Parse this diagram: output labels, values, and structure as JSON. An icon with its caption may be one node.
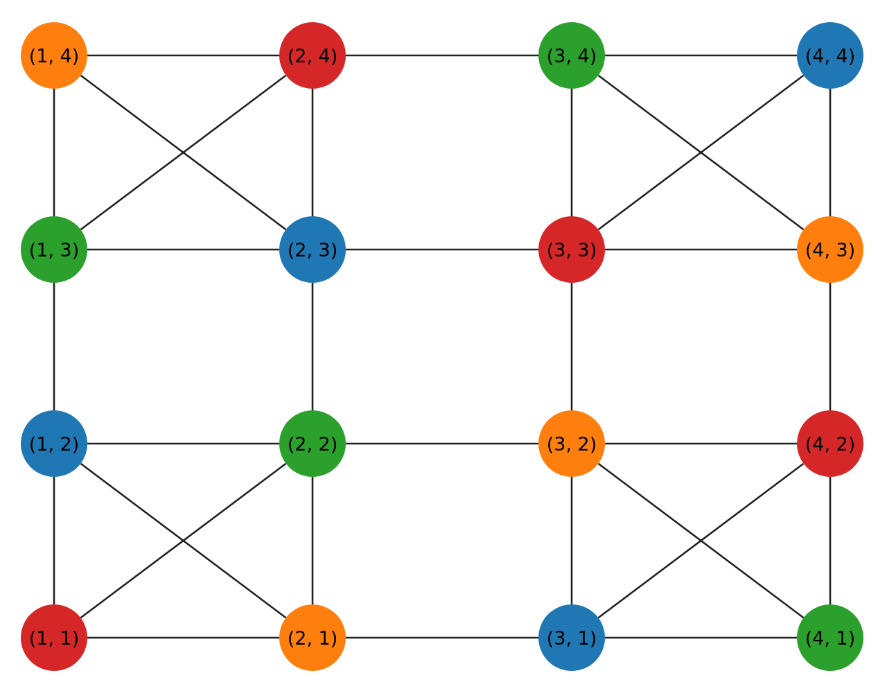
{
  "diagram": {
    "nodes": [
      {
        "text": [
          "(1, 4)"
        ]
      },
      {
        "text": [
          "(2, 4)"
        ]
      },
      {
        "text": [
          "(3, 4)"
        ]
      },
      {
        "text": [
          "(4, 4)"
        ]
      },
      {
        "text": [
          "(1, 3)"
        ]
      },
      {
        "text": [
          "(2, 3)"
        ]
      },
      {
        "text": [
          "(3, 3)"
        ]
      },
      {
        "text": [
          "(4, 3)"
        ]
      },
      {
        "text": [
          "(1, 2)"
        ]
      },
      {
        "text": [
          "(2, 2)"
        ]
      },
      {
        "text": [
          "(3, 2)"
        ]
      },
      {
        "text": [
          "(4, 2)"
        ]
      },
      {
        "text": [
          "(1, 1)"
        ]
      },
      {
        "text": [
          "(2, 1)"
        ]
      },
      {
        "text": [
          "(3, 1)"
        ]
      },
      {
        "text": [
          "(4, 1)"
        ]
      }
    ],
    "edges": [
      {
        "from": 0,
        "to": 1,
        "arrow": "none"
      },
      {
        "from": 1,
        "to": 2,
        "arrow": "none"
      },
      {
        "from": 2,
        "to": 3,
        "arrow": "none"
      },
      {
        "from": 4,
        "to": 5,
        "arrow": "none"
      },
      {
        "from": 5,
        "to": 6,
        "arrow": "none"
      },
      {
        "from": 6,
        "to": 7,
        "arrow": "none"
      },
      {
        "from": 8,
        "to": 9,
        "arrow": "none"
      },
      {
        "from": 9,
        "to": 10,
        "arrow": "none"
      },
      {
        "from": 10,
        "to": 11,
        "arrow": "none"
      },
      {
        "from": 12,
        "to": 13,
        "arrow": "none"
      },
      {
        "from": 13,
        "to": 14,
        "arrow": "none"
      },
      {
        "from": 14,
        "to": 15,
        "arrow": "none"
      },
      {
        "from": 0,
        "to": 4,
        "arrow": "none"
      },
      {
        "from": 4,
        "to": 8,
        "arrow": "none"
      },
      {
        "from": 8,
        "to": 12,
        "arrow": "none"
      },
      {
        "from": 1,
        "to": 5,
        "arrow": "none"
      },
      {
        "from": 5,
        "to": 9,
        "arrow": "none"
      },
      {
        "from": 9,
        "to": 13,
        "arrow": "none"
      },
      {
        "from": 2,
        "to": 6,
        "arrow": "none"
      },
      {
        "from": 6,
        "to": 10,
        "arrow": "none"
      },
      {
        "from": 10,
        "to": 14,
        "arrow": "none"
      },
      {
        "from": 3,
        "to": 7,
        "arrow": "none"
      },
      {
        "from": 7,
        "to": 11,
        "arrow": "none"
      },
      {
        "from": 11,
        "to": 15,
        "arrow": "none"
      },
      {
        "from": 0,
        "to": 5,
        "arrow": "none"
      },
      {
        "from": 1,
        "to": 4,
        "arrow": "none"
      },
      {
        "from": 2,
        "to": 7,
        "arrow": "none"
      },
      {
        "from": 3,
        "to": 6,
        "arrow": "none"
      },
      {
        "from": 8,
        "to": 13,
        "arrow": "none"
      },
      {
        "from": 9,
        "to": 12,
        "arrow": "none"
      },
      {
        "from": 10,
        "to": 15,
        "arrow": "none"
      },
      {
        "from": 11,
        "to": 14,
        "arrow": "none"
      }
    ]
  }
}
